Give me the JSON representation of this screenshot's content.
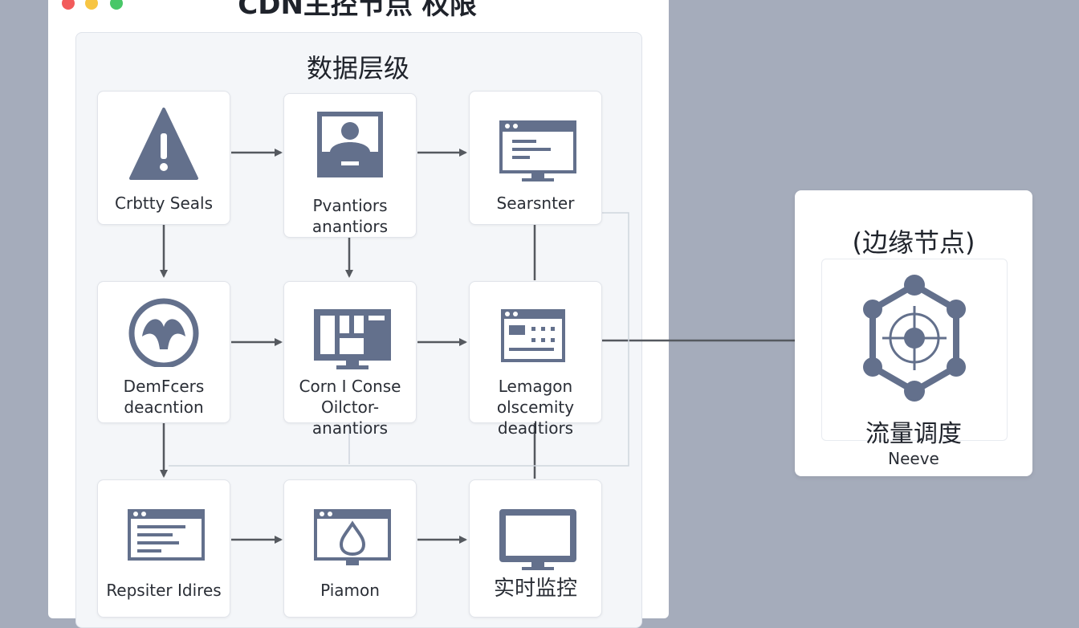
{
  "window": {
    "title": "CDN主控节点 权限"
  },
  "panel": {
    "title": "数据层级"
  },
  "nodes": [
    {
      "icon": "warning-triangle-icon",
      "label": "Crbtty Seals"
    },
    {
      "icon": "user-monitor-icon",
      "label": "Pvantiors\nanantiors"
    },
    {
      "icon": "display-monitor-icon",
      "label": "Searsnter"
    },
    {
      "icon": "globe-emblem-icon",
      "label": "DemFcers\ndeacntion"
    },
    {
      "icon": "grid-monitor-icon",
      "label": "Corn I Conse\nOilctor-\nanantiors"
    },
    {
      "icon": "dashboard-window-icon",
      "label": "Lemagon\nolscemity\ndeadtiors"
    },
    {
      "icon": "document-window-icon",
      "label": "Repsiter Idires"
    },
    {
      "icon": "drop-monitor-icon",
      "label": "Piamon"
    },
    {
      "icon": "screen-monitor-icon",
      "label": "实时监控"
    }
  ],
  "edge_node": {
    "title": "(边缘节点)",
    "icon": "network-hub-icon",
    "label": "流量调度",
    "sub_label": "Neeve"
  },
  "colors": {
    "icon": "#63708c",
    "connector": "#55595f",
    "background": "#a5acbb"
  }
}
